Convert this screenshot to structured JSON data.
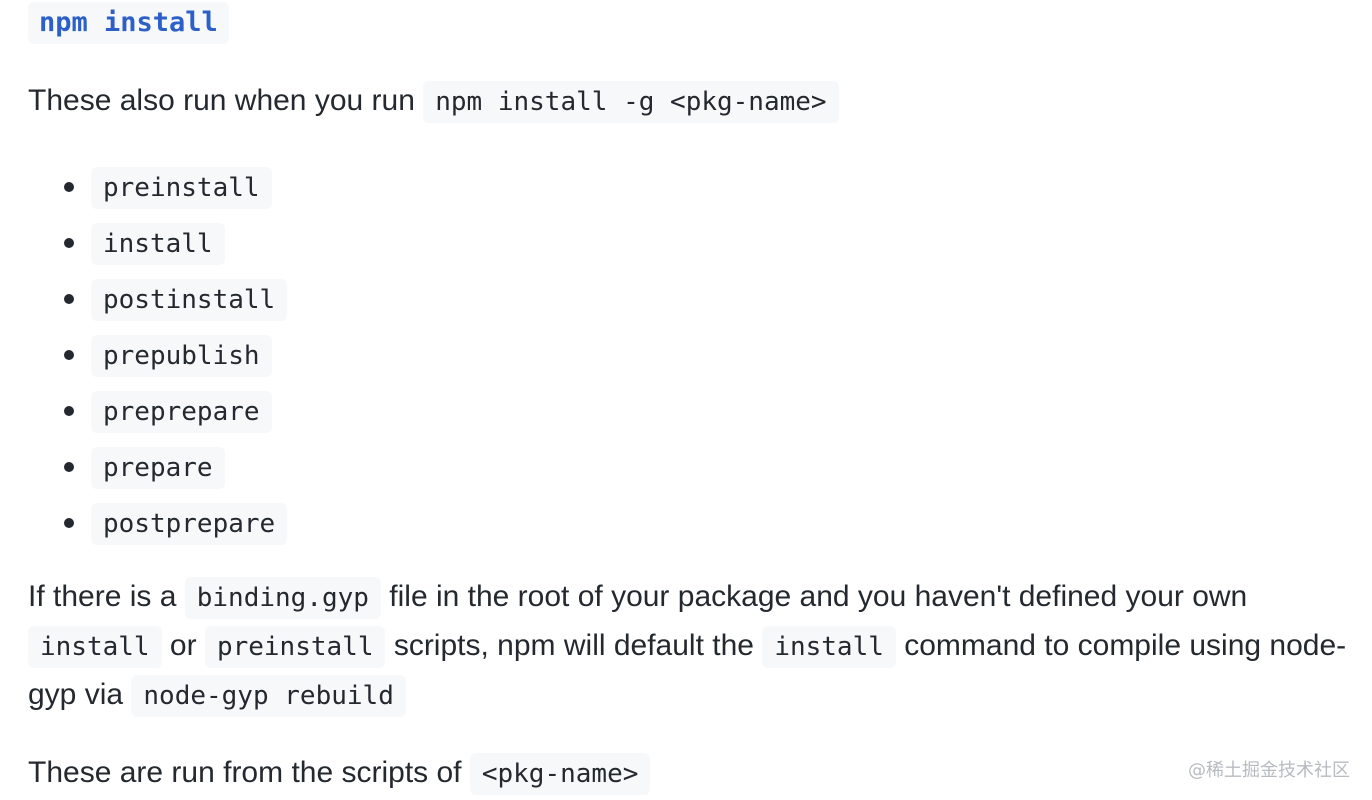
{
  "heading": "npm install",
  "intro": {
    "text": "These also run when you run ",
    "code": "npm install -g <pkg-name>"
  },
  "scripts": [
    "preinstall",
    "install",
    "postinstall",
    "prepublish",
    "preprepare",
    "prepare",
    "postprepare"
  ],
  "binding_paragraph": {
    "t1": "If there is a ",
    "c1": "binding.gyp",
    "t2": " file in the root of your package and you haven't defined your own ",
    "c2": "install",
    "t3": " or ",
    "c3": "preinstall",
    "t4": " scripts, npm will default the ",
    "c4": "install",
    "t5": " command to compile using node-gyp via ",
    "c5": "node-gyp rebuild"
  },
  "footer_paragraph": {
    "text": "These are run from the scripts of ",
    "code": "<pkg-name>"
  },
  "watermark": "@稀土掘金技术社区"
}
